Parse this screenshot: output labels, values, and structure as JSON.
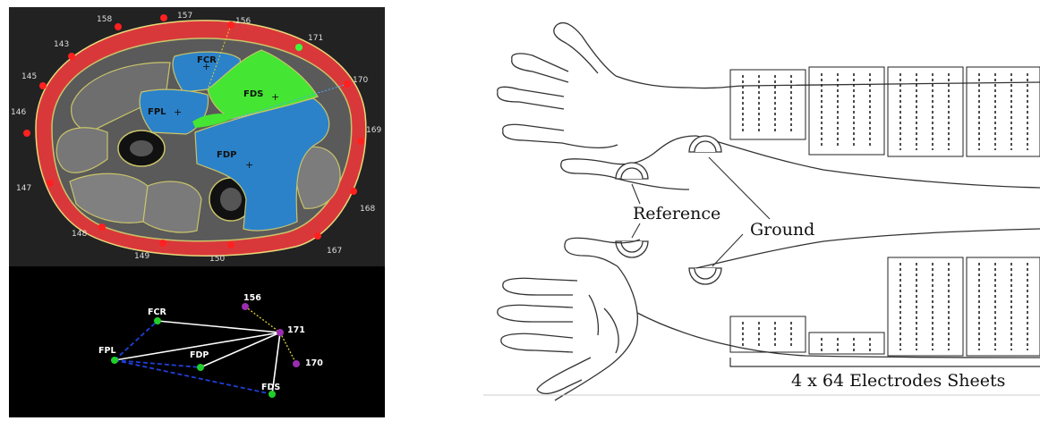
{
  "mri": {
    "electrode_numbers": [
      "158",
      "157",
      "156",
      "171",
      "143",
      "145",
      "170",
      "146",
      "169",
      "147",
      "168",
      "148",
      "149",
      "150",
      "167"
    ],
    "muscles": [
      "FCR",
      "FDS",
      "FPL",
      "FDP"
    ],
    "colors": {
      "background": "#000000",
      "ring": "#d9383a",
      "fds": "#44e533",
      "blue": "#2b82c9",
      "marker": "#ff2020",
      "marker_green": "#3cff3c"
    }
  },
  "graph": {
    "nodes": [
      "156",
      "FCR",
      "171",
      "FPL",
      "FDP",
      "170",
      "FDS"
    ],
    "colors": {
      "muscle_node": "#1fcf2a",
      "electrode_node": "#9b2db0",
      "edge_white": "#ffffff",
      "edge_blue": "#1f3fd8",
      "edge_yellow": "#e0d23a"
    }
  },
  "arm": {
    "label_reference": "Reference",
    "label_ground": "Ground",
    "label_sheets": "4 x 64 Electrodes Sheets"
  }
}
